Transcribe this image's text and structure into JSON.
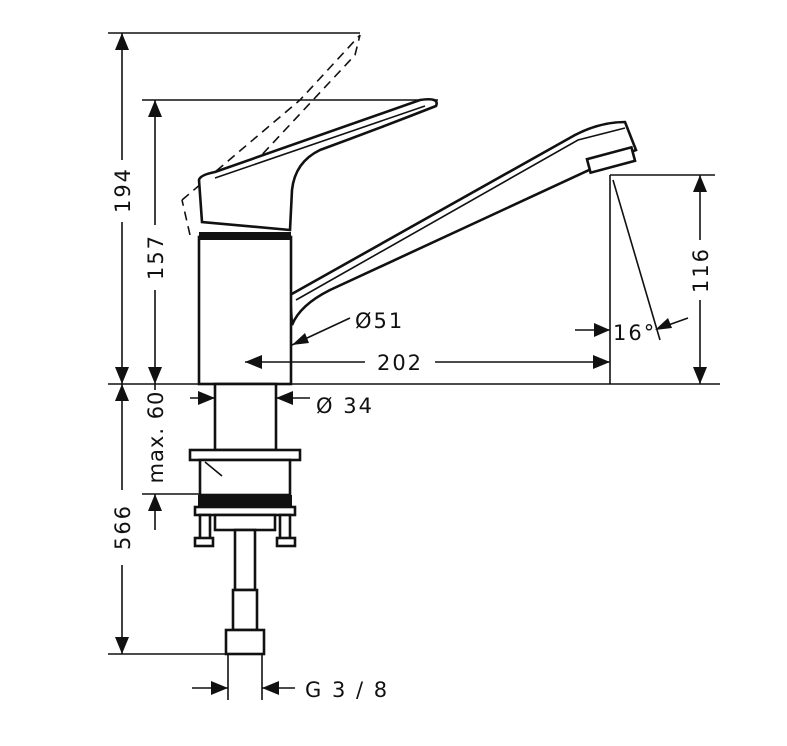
{
  "drawing": {
    "title": "Kitchen mixer tap dimension drawing",
    "dimensions": {
      "total_height": "194",
      "spout_height_lever": "157",
      "spout_outlet_height": "116",
      "spout_reach": "202",
      "body_diameter": "Ø51",
      "spray_angle": "16°",
      "shank_diameter": "Ø 34",
      "max_worktop": "max. 60",
      "hose_length": "566",
      "connection": "G 3 / 8"
    }
  }
}
